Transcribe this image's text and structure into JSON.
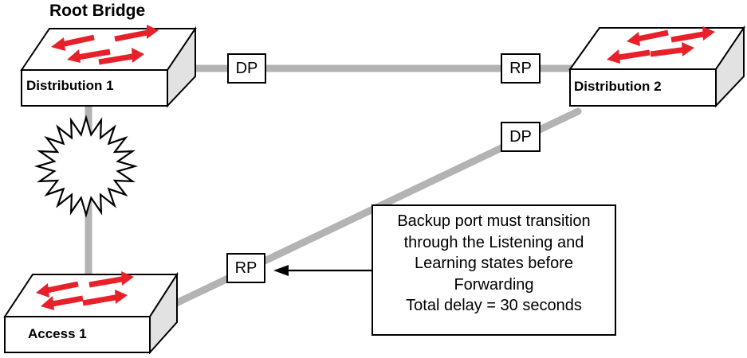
{
  "title": "Root Bridge",
  "switches": {
    "distribution1": "Distribution 1",
    "distribution2": "Distribution 2",
    "access1": "Access 1"
  },
  "ports": {
    "d1_to_d2": "DP",
    "d2_from_d1": "RP",
    "d2_to_access": "DP",
    "access_to_d2": "RP"
  },
  "callout": {
    "lines": [
      "Backup port must transition",
      "through the Listening and",
      "Learning states before",
      "Forwarding",
      "Total delay = 30 seconds"
    ]
  },
  "colors": {
    "link": "#b3b3b3",
    "arrow": "#e8202a",
    "switch_face": "#ffffff",
    "switch_side": "#e2e2e2",
    "stroke": "#000000"
  }
}
